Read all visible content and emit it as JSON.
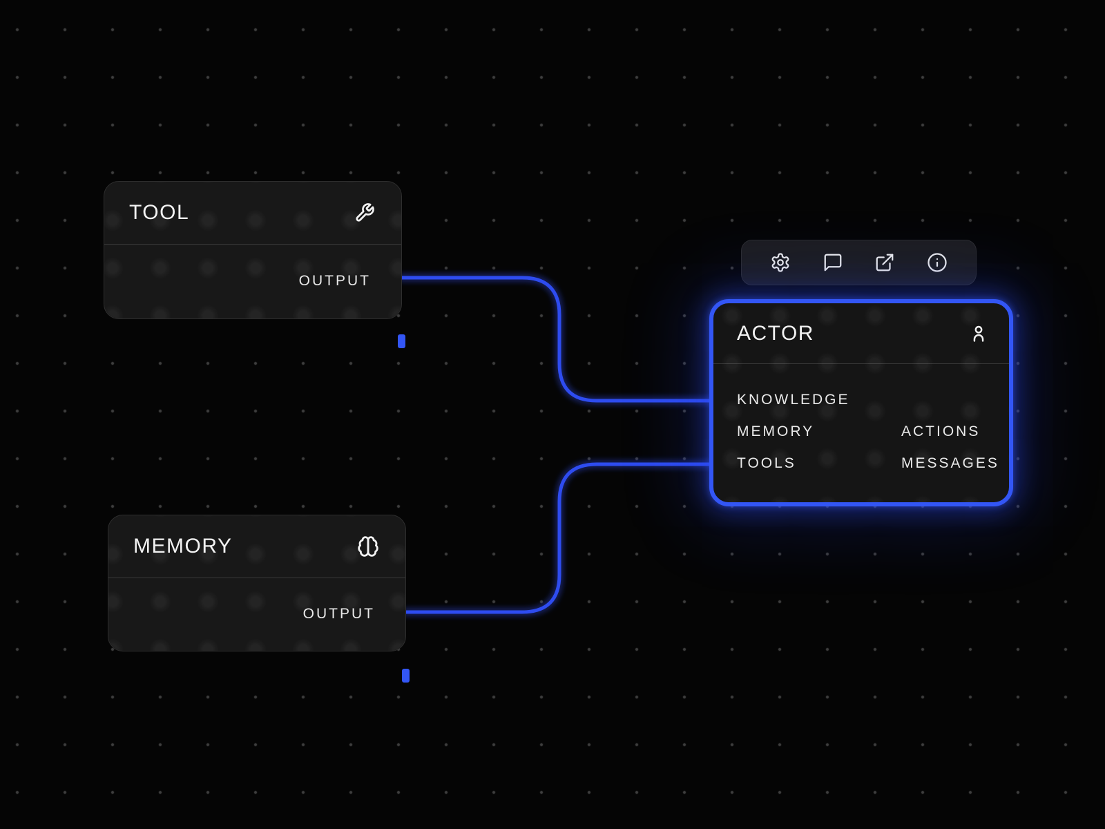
{
  "app": {
    "view": "node-graph-editor"
  },
  "colors": {
    "accent": "#2e4cf0",
    "node_bg": "#181818",
    "canvas_bg": "#050505"
  },
  "toolbar": {
    "icons": [
      "settings-gear",
      "comment-bubble",
      "open-external",
      "info"
    ]
  },
  "nodes": {
    "tool": {
      "title": "TOOL",
      "icon": "wrench-icon",
      "output_label": "OUTPUT"
    },
    "memory": {
      "title": "MEMORY",
      "icon": "brain-icon",
      "output_label": "OUTPUT"
    },
    "actor": {
      "title": "ACTOR",
      "icon": "person-icon",
      "inputs": [
        "KNOWLEDGE",
        "MEMORY",
        "TOOLS"
      ],
      "outputs": [
        "ACTIONS",
        "MESSAGES"
      ]
    }
  },
  "connections": [
    {
      "from": "TOOL.OUTPUT",
      "to": "ACTOR.KNOWLEDGE"
    },
    {
      "from": "MEMORY.OUTPUT",
      "to": "ACTOR.TOOLS"
    }
  ]
}
